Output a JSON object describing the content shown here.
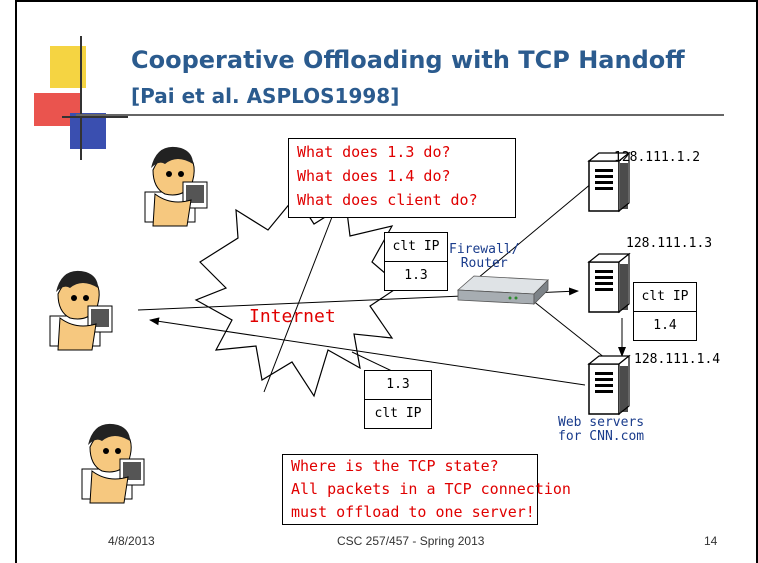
{
  "slide": {
    "title": "Cooperative Offloading with TCP Handoff",
    "subtitle": "[Pai et al. ASPLOS1998]",
    "questions_top": [
      "What does 1.3 do?",
      "What does 1.4 do?",
      "What does client do?"
    ],
    "questions_bottom": [
      "Where is the TCP state?",
      "All packets in a TCP connection",
      "must offload to one server!"
    ],
    "packet_top": [
      "clt IP",
      "1.3"
    ],
    "packet_right": [
      "clt IP",
      "1.4"
    ],
    "packet_bottom": [
      "1.3",
      "clt IP"
    ],
    "firewall_label": "Firewall/\nRouter",
    "internet_label": "Internet",
    "server_ips": [
      "128.111.1.2",
      "128.111.1.3",
      "128.111.1.4"
    ],
    "servers_label": "Web servers\nfor CNN.com",
    "footer": {
      "date": "4/8/2013",
      "course": "CSC 257/457 - Spring 2013",
      "page": "14"
    }
  },
  "colors": {
    "title": "#2b5b8e",
    "questions": "#e00000",
    "accent_yellow": "#f5d442",
    "accent_red": "#e8413b",
    "accent_blue": "#3a4fb0"
  },
  "icons": [
    "person-at-computer-icon",
    "server-tower-icon",
    "router-icon",
    "internet-cloud-icon"
  ]
}
